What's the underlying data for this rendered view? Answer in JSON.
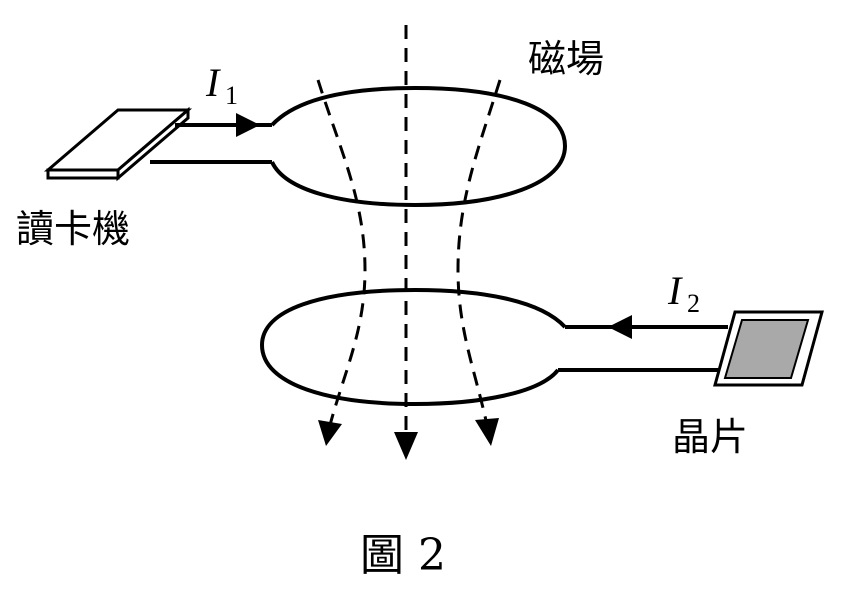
{
  "labels": {
    "reader": "讀卡機",
    "chip": "晶片",
    "field": "磁場",
    "caption": "圖 2"
  },
  "currents": {
    "i1": {
      "symbol": "I",
      "subscript": "1"
    },
    "i2": {
      "symbol": "I",
      "subscript": "2"
    }
  },
  "colors": {
    "ink": "#000000",
    "chip_fill": "#a9a9a9",
    "card_fill": "#ffffff"
  }
}
